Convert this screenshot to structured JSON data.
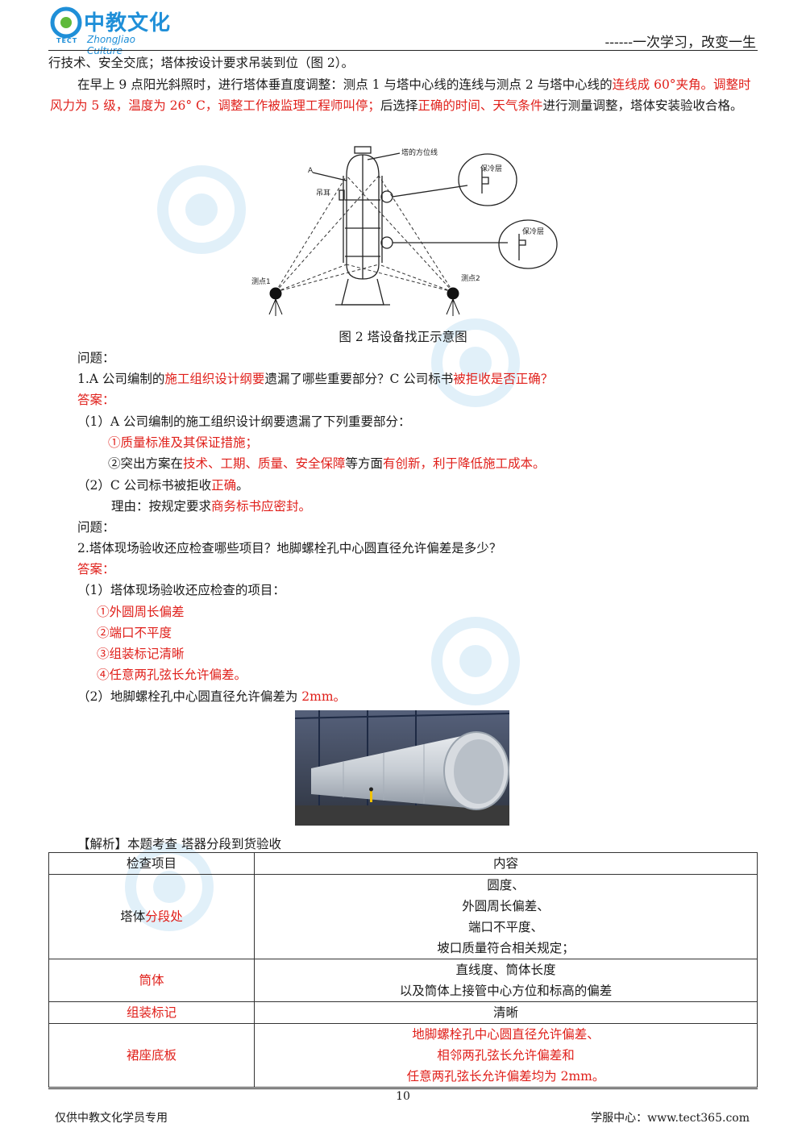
{
  "header": {
    "logo_cn": "中教文化",
    "logo_en": "ZhongJiao Culture",
    "logo_tect": "TECT",
    "slogan": "------一次学习，改变一生"
  },
  "intro": {
    "line1": "行技术、安全交底；塔体按设计要求吊装到位（图 2）。",
    "p2_a": "在早上 9 点阳光斜照时，进行塔体垂直度调整：测点 1 与塔中心线的连线与测点 2 与塔中心线的",
    "p2_b": "连线成 60°夹角。调整时风力为 5 级，温度为 26° C，调整工作被监理工程师叫停；",
    "p2_c": "后选择",
    "p2_d": "正确的时间、天气条件",
    "p2_e": "进行测量调整，塔体安装验收合格。"
  },
  "figure": {
    "label_a": "A",
    "label_azimuth": "塔的方位线",
    "label_lug": "吊耳",
    "label_insul1": "保冷层",
    "label_insul2": "保冷层",
    "label_pt1": "测点1",
    "label_pt2": "测点2",
    "caption": "图 2  塔设备找正示意图"
  },
  "q1": {
    "label": "问题：",
    "q_a": "1.A 公司编制的",
    "q_b": "施工组织设计纲要",
    "q_c": "遗漏了哪些重要部分？C 公司标书",
    "q_d": "被拒收是否正确？",
    "ans_label": "答案：",
    "a1": "（1）A 公司编制的施工组织设计纲要遗漏了下列重要部分：",
    "a1_i1": "①质量标准及其保证措施；",
    "a1_i2_a": "②突出方案在",
    "a1_i2_b": "技术、工期、质量、安全保障",
    "a1_i2_c": "等方面",
    "a1_i2_d": "有创新，利于降低施工成本。",
    "a2_a": "（2）C 公司标书被拒收",
    "a2_b": "正确",
    "a2_c": "。",
    "reason_a": "理由：按规定要求",
    "reason_b": "商务标书应密封。"
  },
  "q2": {
    "label": "问题：",
    "q": "2.塔体现场验收还应检查哪些项目？地脚螺栓孔中心圆直径允许偏差是多少？",
    "ans_label": "答案：",
    "a1": "（1）塔体现场验收还应检查的项目：",
    "items": [
      "①外圆周长偏差",
      "②端口不平度",
      "③组装标记清晰",
      "④任意两孔弦长允许偏差。"
    ],
    "a2_a": "（2）地脚螺栓孔中心圆直径允许偏差为 ",
    "a2_b": "2mm。"
  },
  "analysis": {
    "a": "【解析】本题考查 ",
    "b": "塔器分段到货验收"
  },
  "table": {
    "h1": "检查项目",
    "h2": "内容",
    "r1_a": "塔体",
    "r1_b": "分段处",
    "r1_lines": [
      "圆度、",
      "外圆周长偏差、",
      "端口不平度、",
      "坡口质量符合相关规定；"
    ],
    "r2_label": "筒体",
    "r2_lines": [
      "直线度、筒体长度",
      "以及筒体上接管中心方位和标高的偏差"
    ],
    "r3_label": "组装标记",
    "r3_content": "清晰",
    "r4_label": "裙座底板",
    "r4_lines": [
      "地脚螺栓孔中心圆直径允许偏差、",
      "相邻两孔弦长允许偏差和",
      "任意两孔弦长允许偏差均为 2mm。"
    ]
  },
  "footer": {
    "page": "10",
    "left": "仅供中教文化学员专用",
    "right": "学服中心：www.tect365.com"
  },
  "colors": {
    "accent_red": "#e0201b",
    "brand_blue": "#1f8fd8"
  }
}
